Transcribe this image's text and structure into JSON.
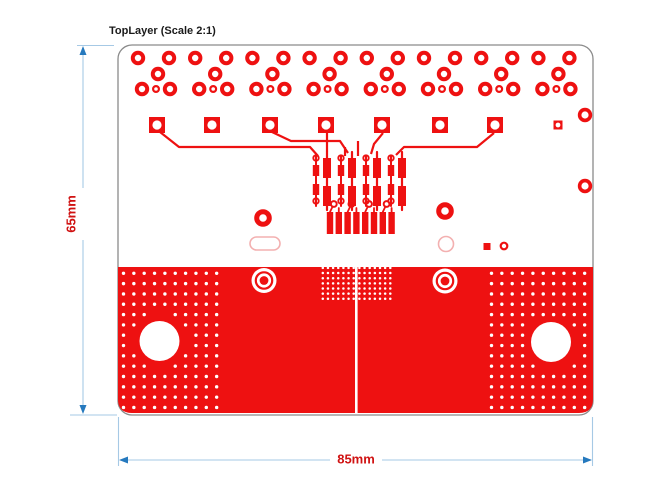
{
  "title": "TopLayer (Scale 2:1)",
  "dimensions": {
    "height_label": "65mm",
    "width_label": "85mm"
  },
  "colors": {
    "copper": "#ee1111",
    "pale_outline": "#f3b0b0",
    "board_outline": "#8a8a8a",
    "dim_line": "#a6c9e5",
    "dim_arrow": "#2579be",
    "dim_text": "#d01212",
    "title_text": "#1a1a1a",
    "background": "#ffffff"
  }
}
